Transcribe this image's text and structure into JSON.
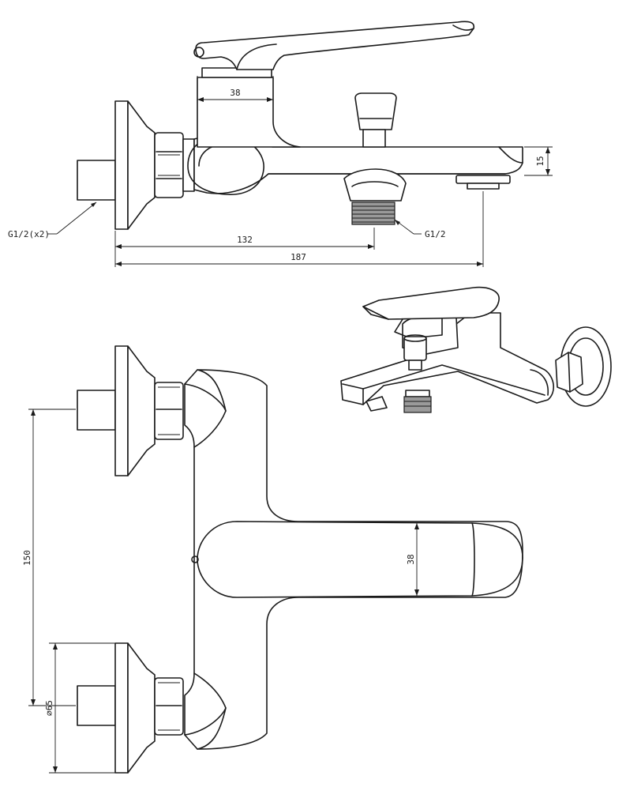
{
  "dimensions": {
    "body_height_top": "38",
    "spout_thickness": "15",
    "outlet_offset": "132",
    "overall_projection": "187",
    "centre_distance": "150",
    "escutcheon_diameter": "⌀65",
    "lever_width_front": "38"
  },
  "callouts": {
    "inlet_thread": "G1/2(x2)",
    "outlet_thread": "G1/2"
  }
}
